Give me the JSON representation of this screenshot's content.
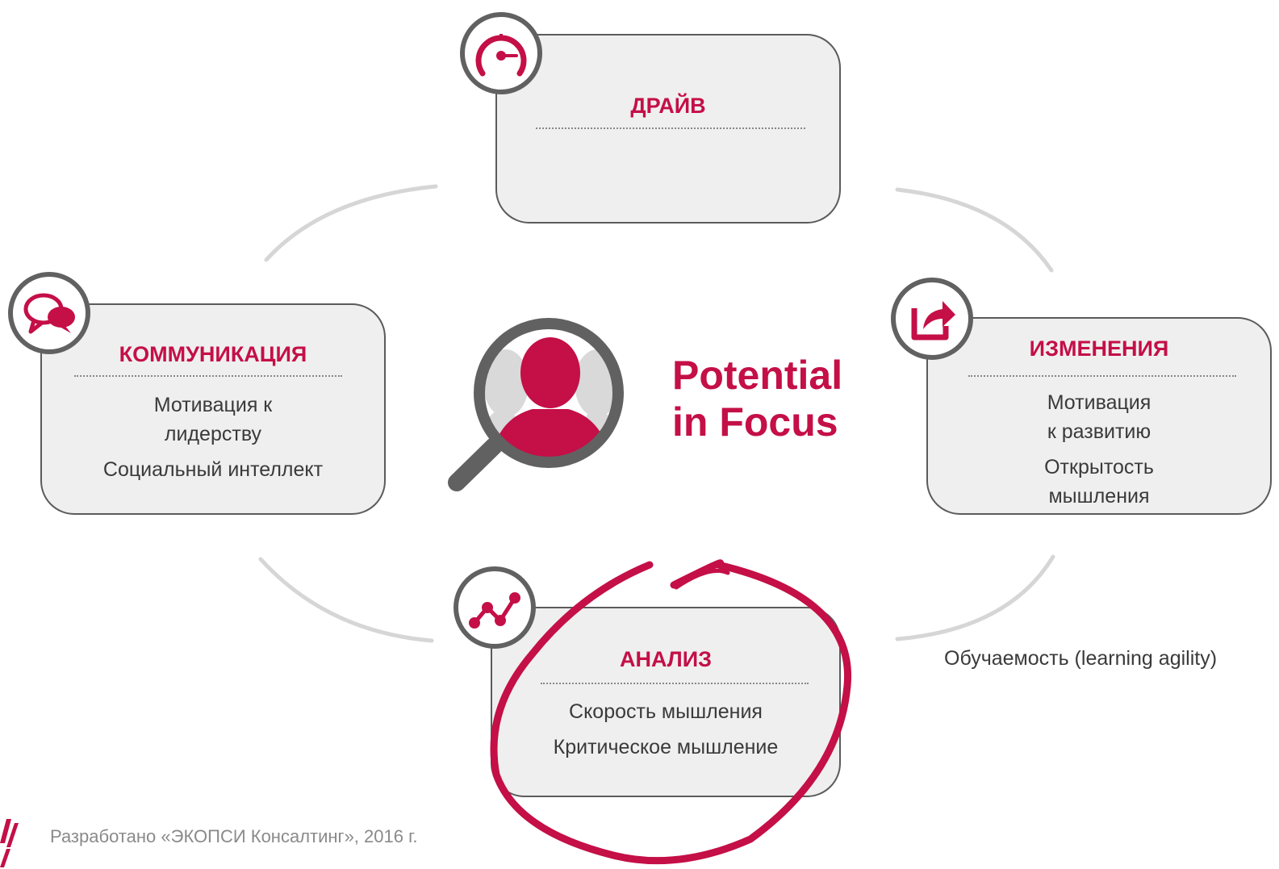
{
  "center": {
    "line1": "Potential",
    "line2": "in Focus"
  },
  "cards": {
    "drive": {
      "title": "ДРАЙВ",
      "icon": "speedometer-icon"
    },
    "communication": {
      "title": "КОММУНИКАЦИЯ",
      "items": [
        "Мотивация к лидерству",
        "Социальный интеллект"
      ],
      "item1_lines": [
        "Мотивация к",
        "лидерству"
      ],
      "icon": "speech-bubbles-icon"
    },
    "change": {
      "title": "ИЗМЕНЕНИЯ",
      "item1_lines": [
        "Мотивация",
        "к развитию"
      ],
      "item2_lines": [
        "Открытость",
        "мышления"
      ],
      "icon": "share-arrow-icon"
    },
    "analysis": {
      "title": "АНАЛИЗ",
      "items": [
        "Скорость мышления",
        "Критическое мышление"
      ],
      "icon": "line-graph-icon"
    }
  },
  "learning_agility": "Обучаемость (learning agility)",
  "footer": "Разработано «ЭКОПСИ Консалтинг»,  2016 г.",
  "colors": {
    "accent": "#c40f47",
    "border": "#5b5b5b",
    "card_fill": "#efefef",
    "arc": "#d6d6d6"
  }
}
